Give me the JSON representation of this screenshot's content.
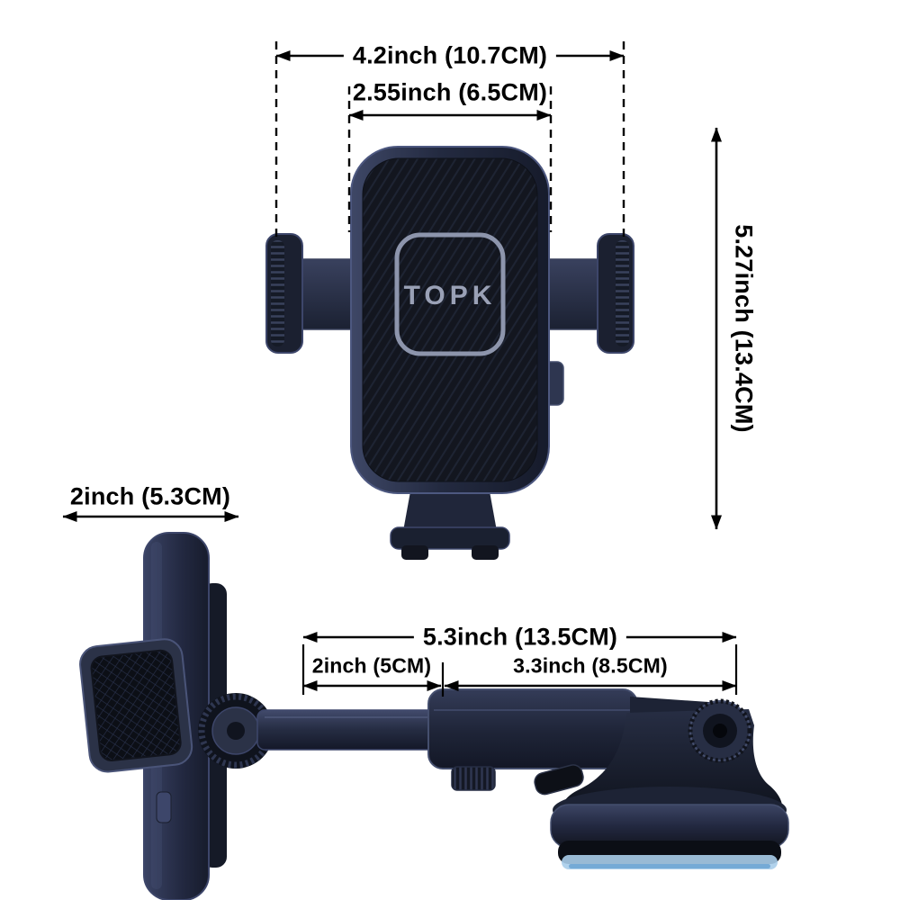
{
  "page": {
    "background": "#ffffff",
    "annotation_color": "#000000"
  },
  "brand": {
    "logo_text": "TOPK"
  },
  "dimensions": {
    "front_outer_width": {
      "label": "4.2inch (10.7CM)"
    },
    "front_inner_width": {
      "label": "2.55inch (6.5CM)"
    },
    "front_height": {
      "label": "5.27inch (13.4CM)"
    },
    "head_depth": {
      "label": "2inch (5.3CM)"
    },
    "arm_total_length": {
      "label": "5.3inch (13.5CM)"
    },
    "arm_front_section": {
      "label": "2inch (5CM)"
    },
    "arm_rear_section": {
      "label": "3.3inch (8.5CM)"
    }
  },
  "colors": {
    "product_body_dark": "#12151f",
    "product_body_mid": "#2b3247",
    "product_body_light": "#4a5478",
    "logo_gray": "#9aa1b6",
    "suction_gel_blue": "#a9cdea"
  }
}
